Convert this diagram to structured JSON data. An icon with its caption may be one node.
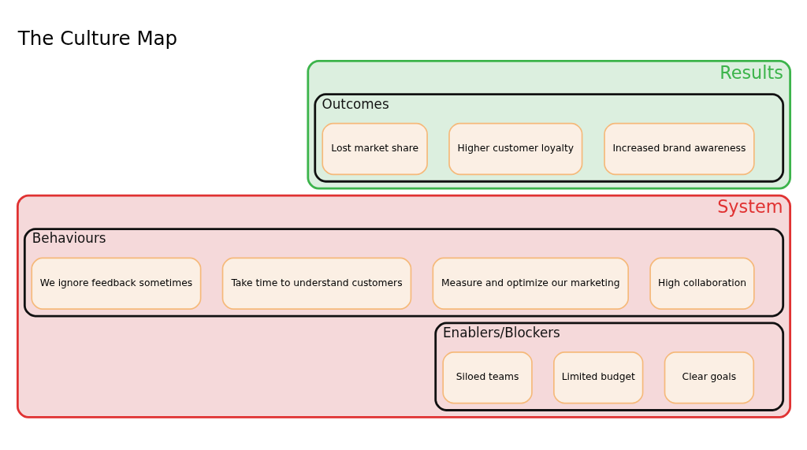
{
  "diagram": {
    "title": "The Culture Map",
    "nodes": [
      {
        "text": [
          "Results"
        ]
      },
      {
        "text": [
          "Outcomes"
        ],
        "in": 0
      },
      {
        "text": [
          "Increased brand awareness"
        ],
        "in": 1
      },
      {
        "text": [
          "Higher customer loyalty"
        ],
        "in": 1
      },
      {
        "text": [
          "Lost market share"
        ],
        "in": 1
      },
      {
        "text": [
          "System"
        ]
      },
      {
        "text": [
          "Behaviours"
        ],
        "in": 5
      },
      {
        "text": [
          "High collaboration"
        ],
        "in": 6
      },
      {
        "text": [
          "Measure and optimize our marketing"
        ],
        "in": 6
      },
      {
        "text": [
          "Take time to understand customers"
        ],
        "in": 6
      },
      {
        "text": [
          "We ignore feedback sometimes"
        ],
        "in": 6
      },
      {
        "text": [
          "Enablers/Blockers"
        ],
        "in": 5
      },
      {
        "text": [
          "Clear goals"
        ],
        "in": 11
      },
      {
        "text": [
          "Limited budget"
        ],
        "in": 11
      },
      {
        "text": [
          "Siloed teams"
        ],
        "in": 11
      }
    ],
    "edges": []
  }
}
